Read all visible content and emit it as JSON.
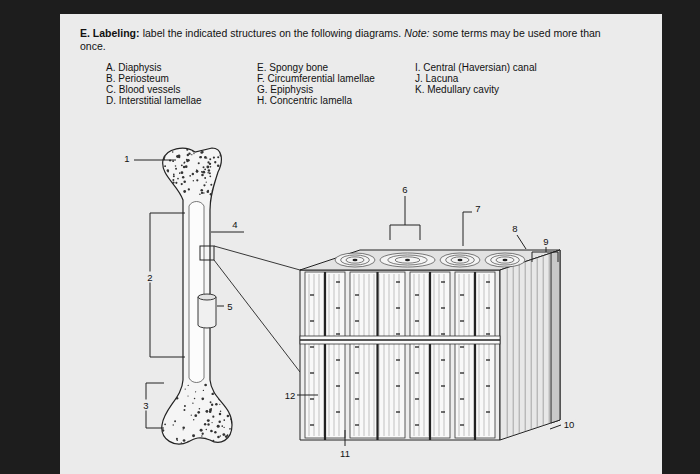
{
  "diagram": {
    "title": "E. Labeling:",
    "labels": [
      "label the indicated structures on the following diagrams.",
      "Note:",
      "some terms may be used more than once.",
      "A. Diaphysis",
      "B. Periosteum",
      "C. Blood vessels",
      "D. Interstitial lamellae",
      "E. Spongy bone",
      "F. Circumferential lamellae",
      "G. Epiphysis",
      "H. Concentric lamella",
      "I. Central (Haversian) canal",
      "J. Lacuna",
      "K. Medullary cavity",
      "1",
      "2",
      "3",
      "4",
      "5",
      "6",
      "7",
      "8",
      "9",
      "10",
      "11",
      "12"
    ]
  }
}
